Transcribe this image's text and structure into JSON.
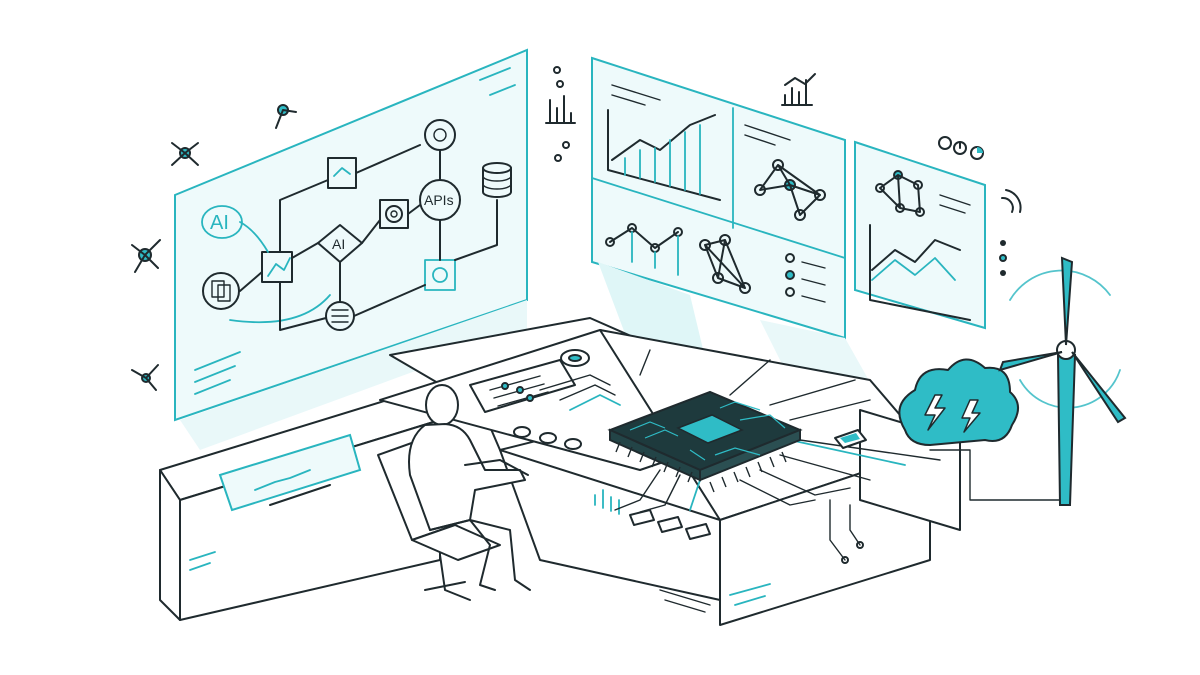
{
  "labels": {
    "ai_badge": "AI",
    "ai_diamond": "AI",
    "apis_node": "APIs"
  },
  "icons": [
    "workflow-diagram-icon",
    "database-icon",
    "gear-icon",
    "document-icon",
    "line-chart-icon",
    "bar-chart-icon",
    "network-graph-icon",
    "pie-chart-icon",
    "wifi-signal-icon",
    "cloud-lightning-icon",
    "wind-turbine-icon",
    "microchip-icon",
    "person-icon",
    "chair-icon"
  ],
  "colors": {
    "accent": "#29b5bf",
    "accent_fill": "#2fbcc6",
    "ink": "#1f2a2e",
    "panel_glow": "#eefafb",
    "chip_body": "#1e3a3d"
  }
}
